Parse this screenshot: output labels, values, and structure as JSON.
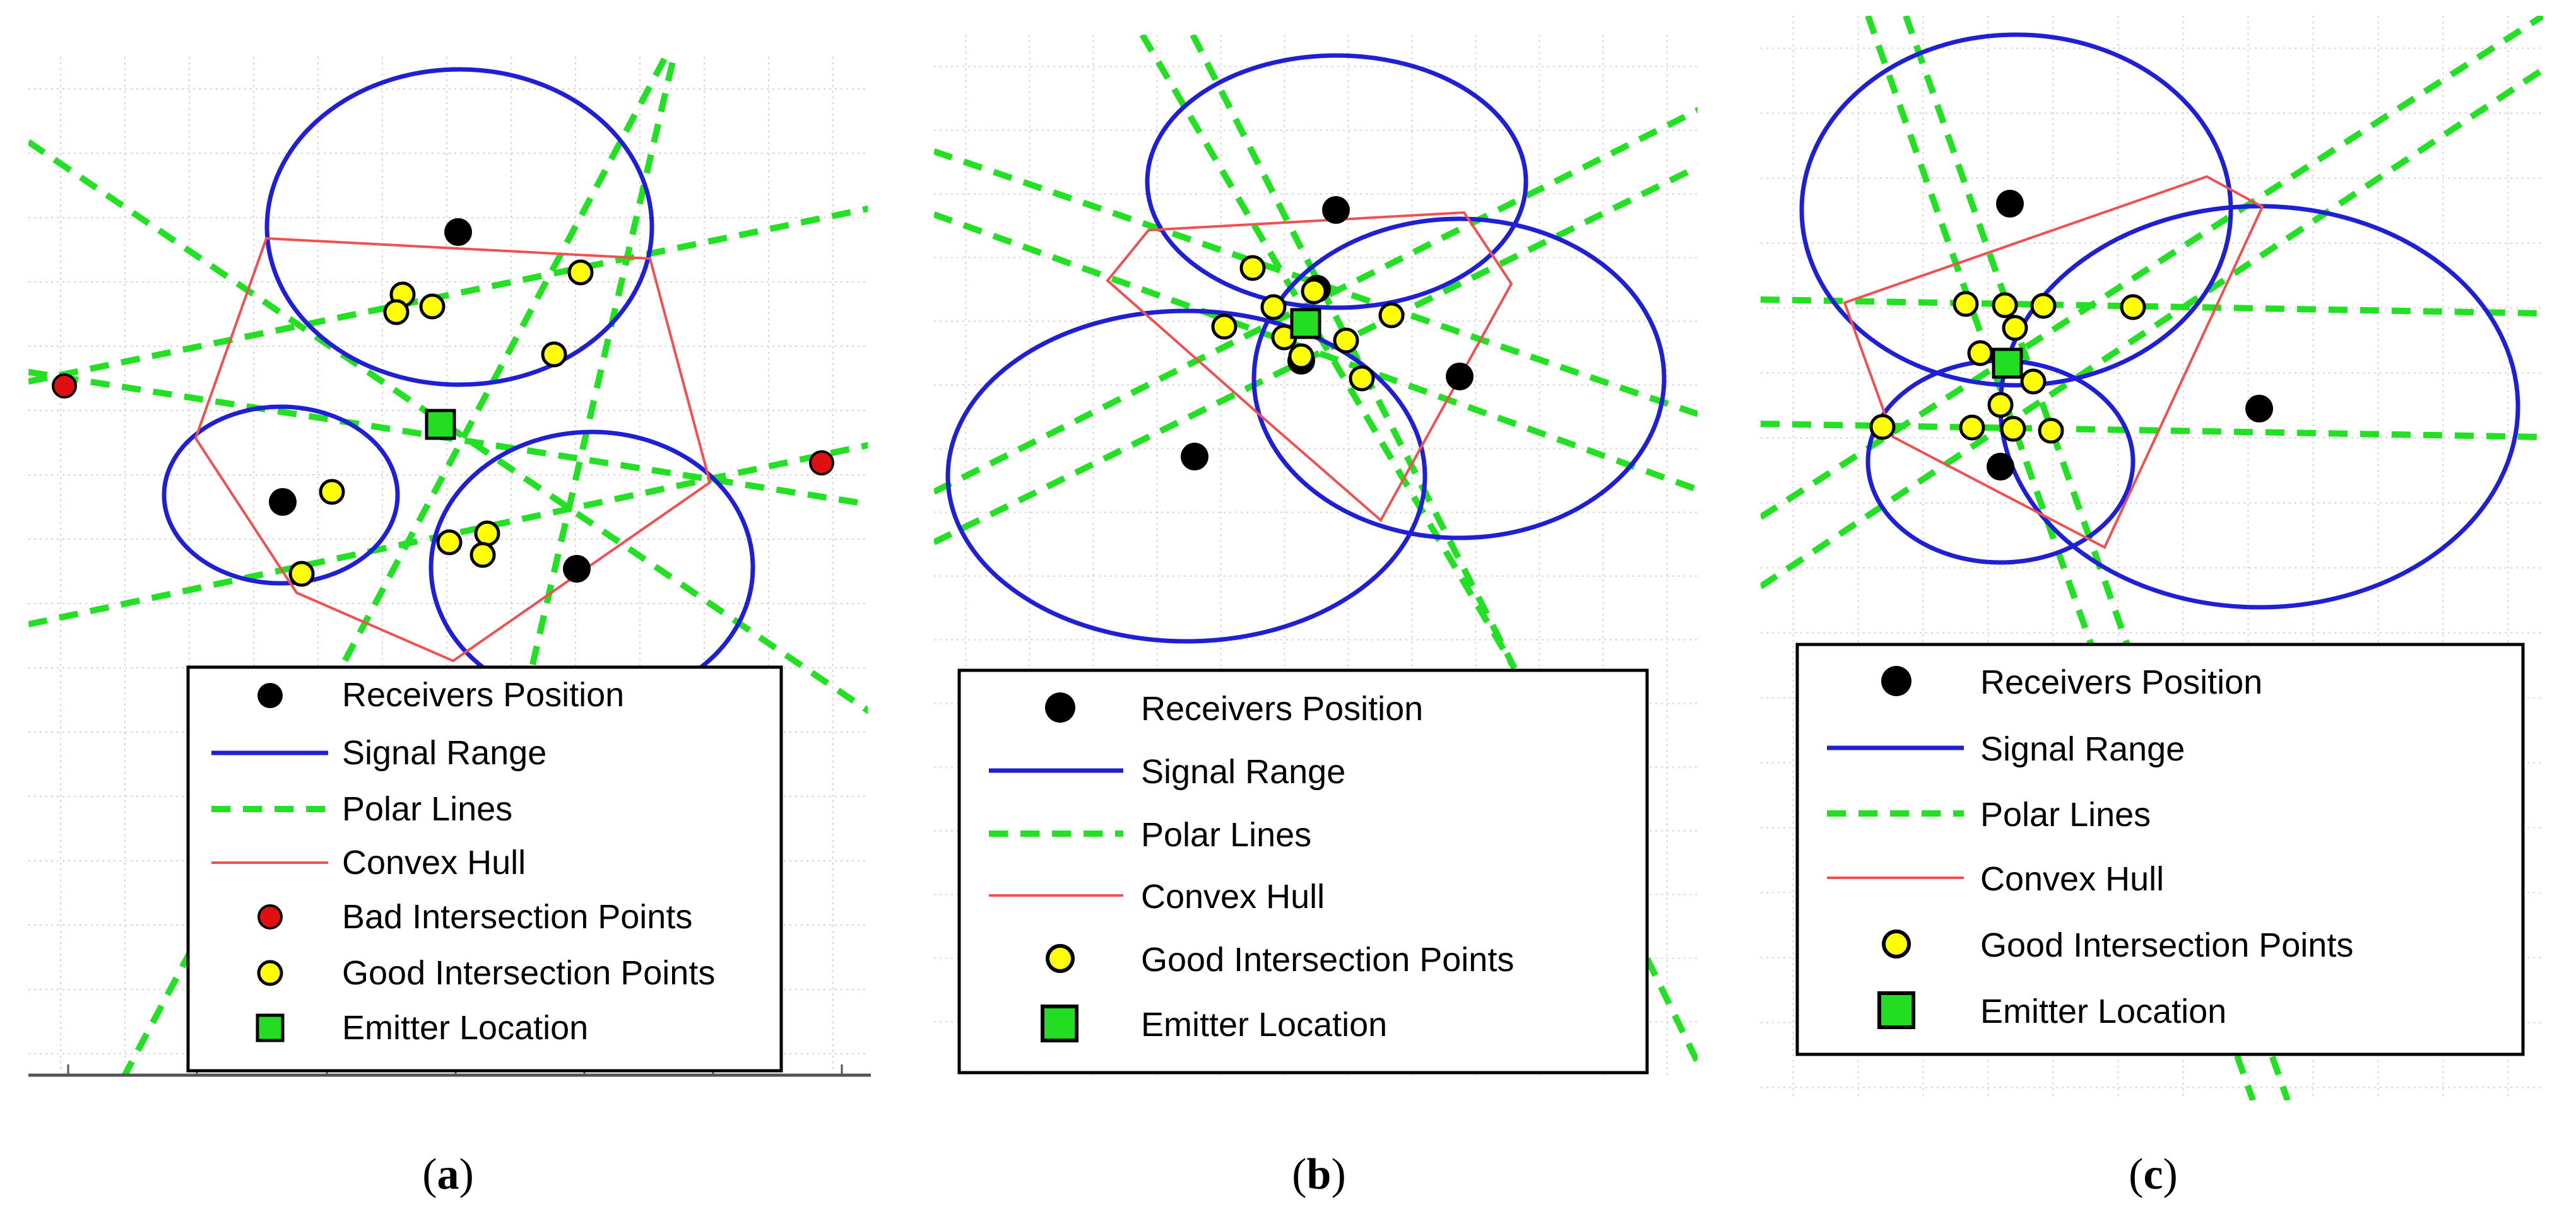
{
  "figure": {
    "colors": {
      "receiver": "#000000",
      "signal_range": "#1f1fd6",
      "polar_lines": "#22e022",
      "convex_hull": "#f05050",
      "bad_point": "#e01010",
      "good_point": "#ffff00",
      "emitter": "#22dd22",
      "grid": "#d4d4d4"
    },
    "legend_items": {
      "receivers": "Receivers Position",
      "signal_range": "Signal Range",
      "polar_lines": "Polar Lines",
      "convex_hull": "Convex Hull",
      "bad_points": "Bad Intersection Points",
      "good_points": "Good Intersection Points",
      "emitter": "Emitter Location"
    },
    "panels": [
      {
        "id": "a",
        "caption_open": "(",
        "caption_letter": "a",
        "caption_close": ")",
        "receivers_count": 3,
        "good_intersection_points_count": 10,
        "bad_intersection_points_count": 2,
        "emitter_count": 1
      },
      {
        "id": "b",
        "caption_open": "(",
        "caption_letter": "b",
        "caption_close": ")",
        "receivers_count": 3,
        "good_intersection_points_count": 9,
        "bad_intersection_points_count": 0,
        "emitter_count": 1
      },
      {
        "id": "c",
        "caption_open": "(",
        "caption_letter": "c",
        "caption_close": ")",
        "receivers_count": 3,
        "good_intersection_points_count": 12,
        "bad_intersection_points_count": 0,
        "emitter_count": 1
      }
    ]
  }
}
